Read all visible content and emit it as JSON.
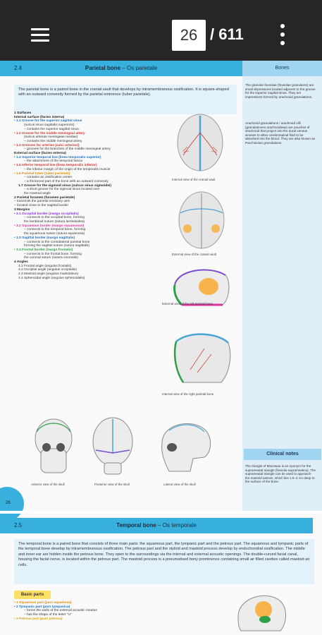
{
  "toolbar": {
    "current_page": "26",
    "total_pages": "/ 611"
  },
  "sec1": {
    "number": "2.4",
    "title_bold": "Parietal bone",
    "title_rest": " – Os parietale",
    "side_title": "Bones",
    "intro": "The parietal bone is a paired bone in the cranial vault that develops by intramembranous ossification. It is square-shaped with an outward convexity formed by the parietal eminence (tuber parietale).",
    "outline": [
      "1 Surfaces",
      "Internal surface (facies interna)",
      "• 1.1 Groove for the superior sagittal sinus",
      "(sulcus sinus sagittalis superioris)",
      "– contains the superior sagittal sinus.",
      "• 1.2 Groove for the middle meningeal artery",
      "(sulcus arteriae meningeae mediae)",
      "– contains the middle meningeal artery",
      "• 1.3 Grooves for arteries (sulci arteriosi)",
      "– grooves for the branches of the middle meningeal artery",
      "External surface (facies externa)",
      "• 1.4 Superior temporal line (linea temporalis superior)",
      "– the attachment of the temporal fascia",
      "• 1.5 Inferior temporal line (linea temporalis inferior)",
      "– the inferior margin of the origin of the temporalis muscle",
      "• 1.6 Parietal tuber (tuber parietale)",
      "– contains an ossification center",
      "– a thickened part of the bone with an outward convexity",
      "1.7 Groove for the sigmoid sinus (sulcus sinus sigmoidei)",
      "– a short groove for the sigmoid sinus located over",
      "the mastoid angle",
      "2 Parietal foramen (foramen parietale)",
      "– transmits the parietal emissary vein",
      "– located close to the sagittal border",
      "3 Margins",
      "• 3.1 Occipital border (margo occipitalis)",
      "– connects to the occipital bone, forming",
      "the lambdoid suture (sutura lambdoidea)",
      "• 3.2 Squamous border (margo squamosus)",
      "– connects to the temporal bone, forming",
      "the squamous suture (sutura squamosa)",
      "• 3.3 Sagittal border (margo sagittalis)",
      "– connects to the contralateral parietal bone,",
      "forming the sagittal suture (sutura sagittalis)",
      "• 3.4 Frontal border (margo frontalis)",
      "– connects to the frontal bone, forming",
      "the coronal suture (sutura coronalis)",
      "4 Angles",
      "4.1 Frontal angle (angulus frontalis)",
      "4.2 Occipital angle (angulus occipitalis)",
      "4.3 Mastoid angle (angulus mastoideus)",
      "4.4 Sphenoidal angle (angulus sphenoidalis)"
    ],
    "captions": {
      "internal_vault": "Internal view of the cranial vault",
      "external_vault": "External view of the cranial vault",
      "external_left": "External view of the left parietal bone",
      "internal_right": "Internal view of the right parietal bone",
      "anterior_skull": "Anterior view of the skull",
      "posterior_skull": "Posterior view of the skull",
      "lateral_skull": "Lateral view of the skull"
    },
    "side_text1": "The granular foveolae (foveolae granulares) are small depressions located adjacent to the groove for the superior sagittal sinus. They are impressions formed by arachnoid granulations.",
    "side_text2": "Arachnoid granulations / arachnoid villi (granulationes arachnoideae) are pouches of arachnoid that project into the dural venous sinuses to allow cerebrospinal fluid to be absorbed into the blood. They are also known as Pacchionian granulations.",
    "clinical_title": "Clinical notes",
    "clinical_text": "The triangle of Macewan is an eponym for the suprameatal triangle (foveola suprameatica). The suprameatal triangle can be used to approach the mastoid antrum, which lies 1.5–2 cm deep to the surface of the bone.",
    "page_number": "26"
  },
  "sec2": {
    "number": "2.5",
    "title_bold": "Temporal bone",
    "title_rest": " – Os temporale",
    "intro": "The temporal bone is a paired bone that consists of three main parts: the squamous part, the tympanic part and the petrous part. The squamous and tympanic parts of the temporal bone develop by intramembranous ossification. The petrous part and the styloid and mastoid process develop by endochondral ossification. The middle and inner ear are hidden inside the petrous bone. They open to the surroundings via the internal and external acoustic openings. The double-curved facial canal, housing the facial nerve, is located within the petrous part. The mastoid process is a pneumatised bony prominence containing small air filled cavities called mastoid air cells.",
    "basic_parts": "Basic parts",
    "parts": [
      "• 1 Squamous part (pars squamosa)",
      "• 2 Tympanic part (pars tympanica)",
      "– forms the walls of the external acoustic meatus",
      "– has the shape of the letter \"U\"",
      "• 3 Petrous part (pars petrosa)"
    ]
  },
  "colors": {
    "accent": "#38b0de",
    "topbar": "#262626",
    "side": "#dfeef7"
  }
}
